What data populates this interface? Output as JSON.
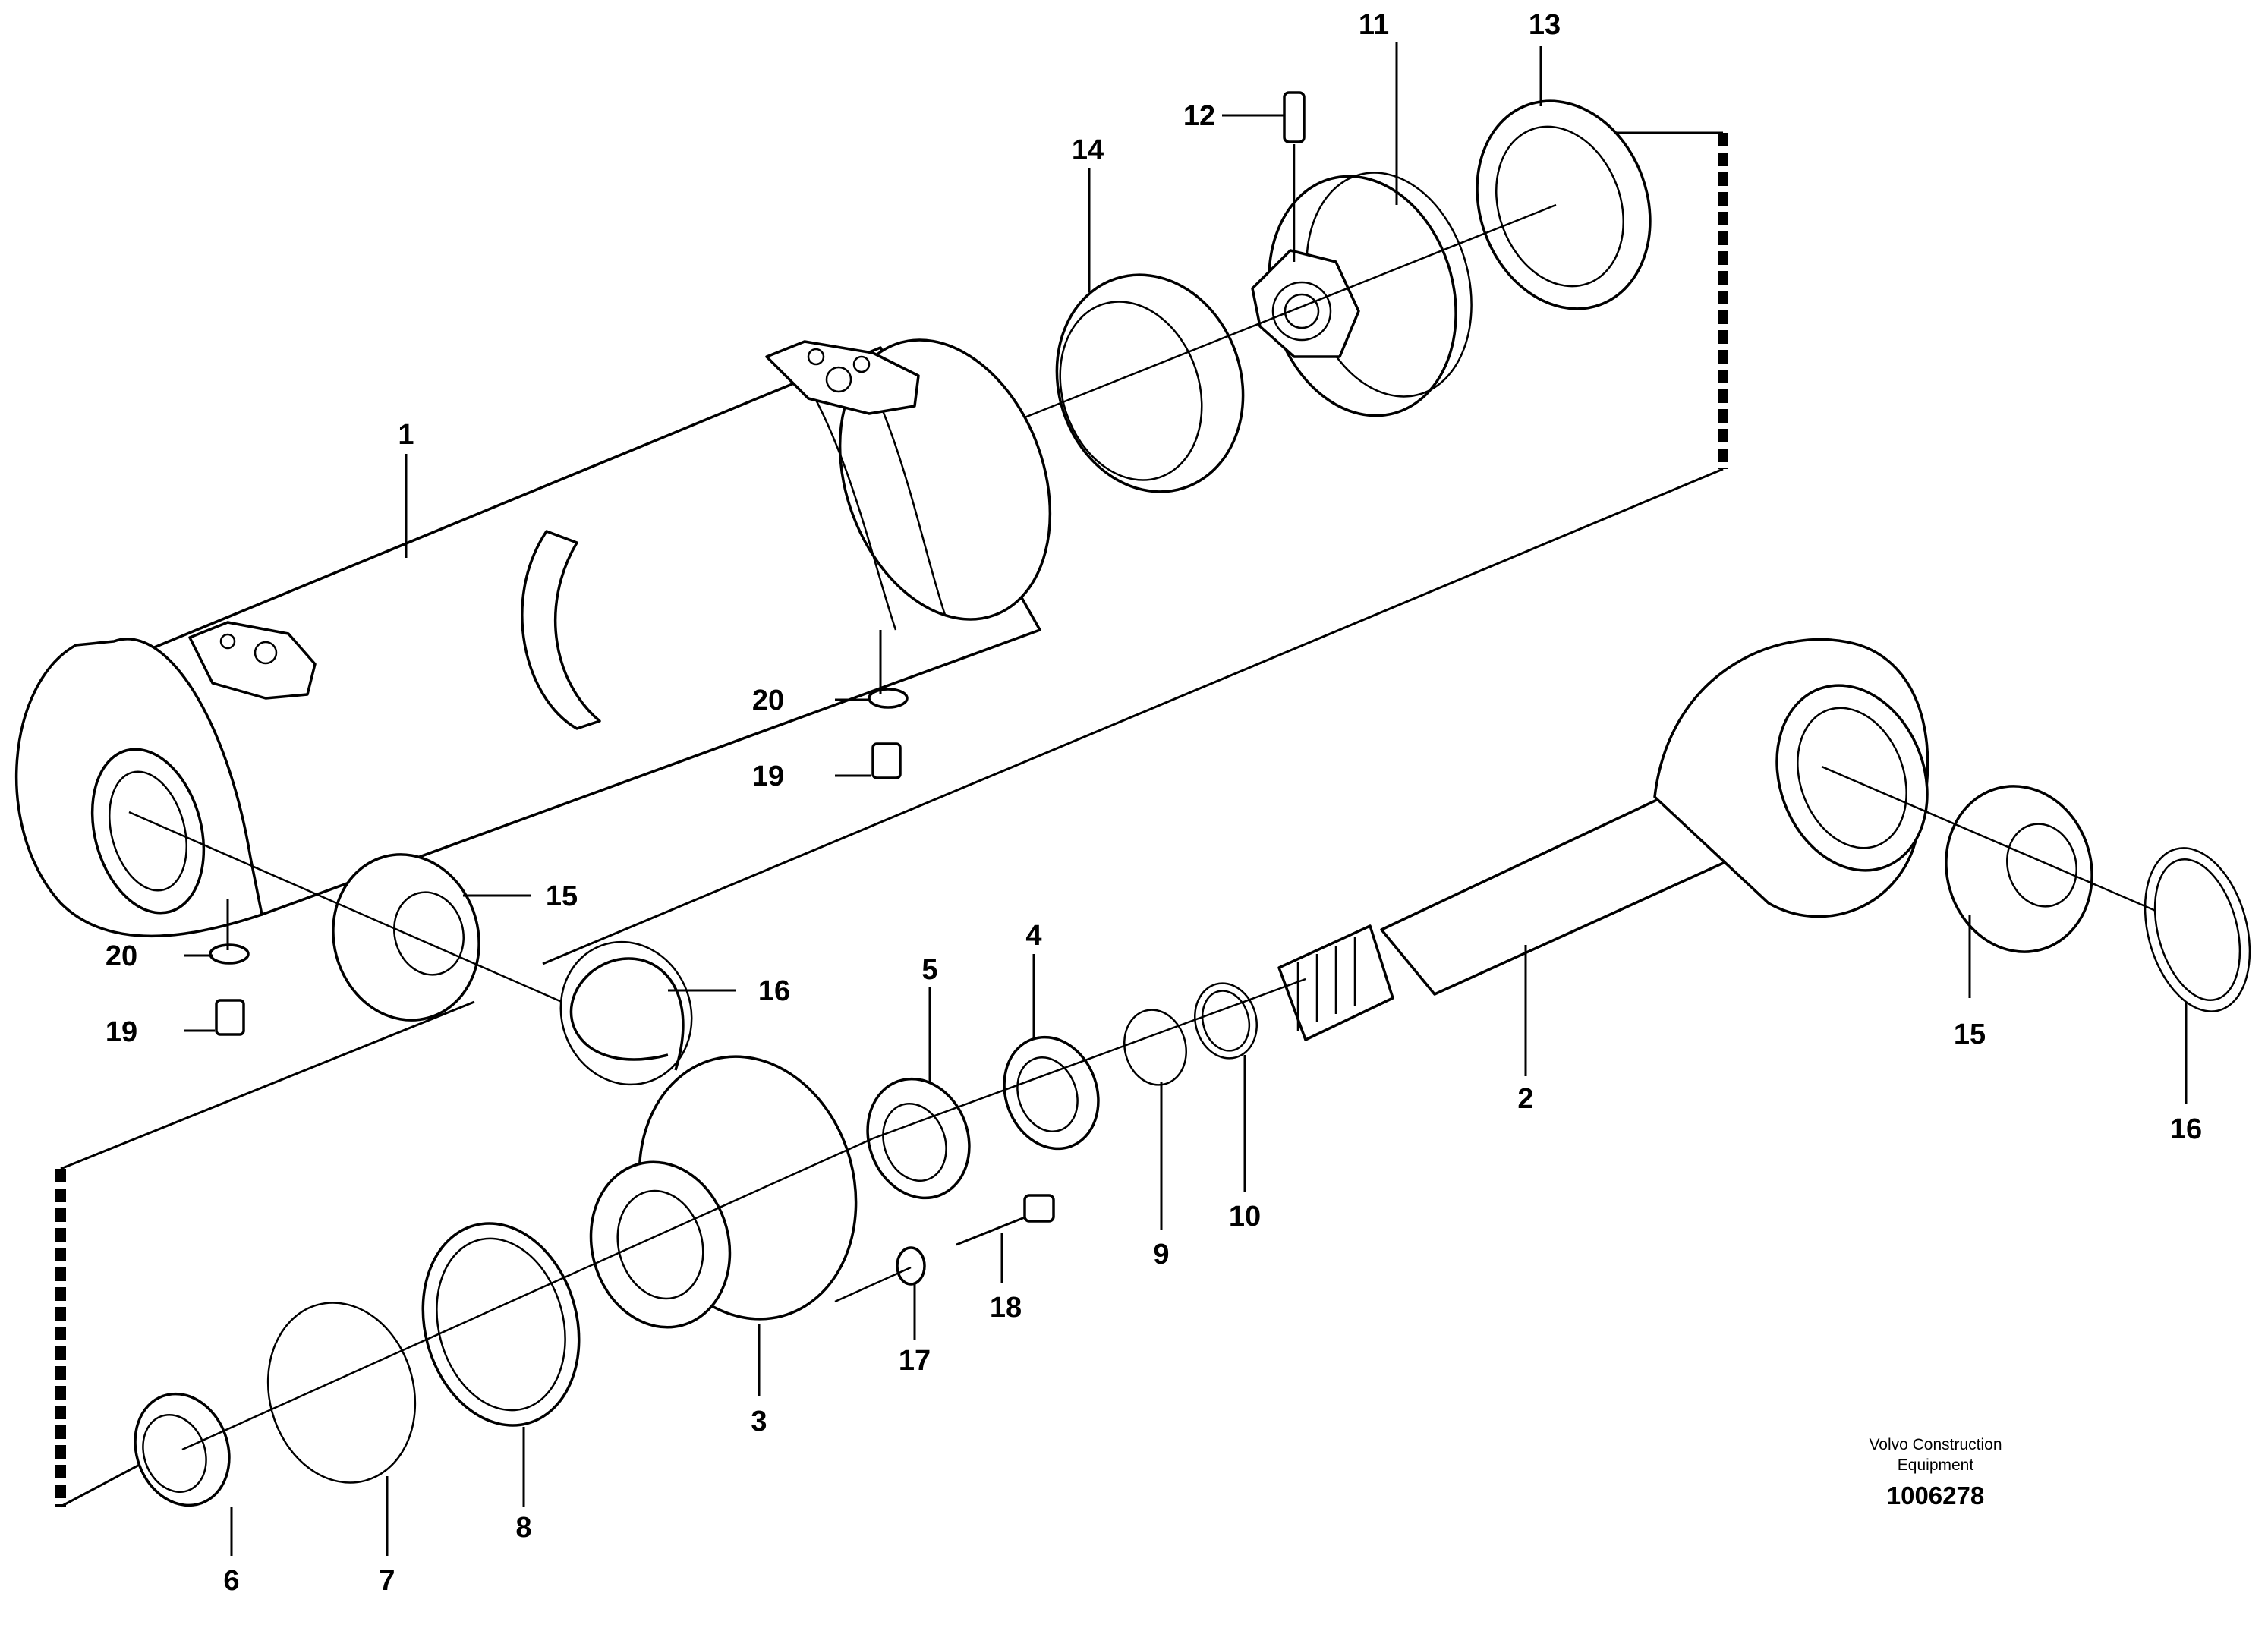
{
  "callouts": [
    {
      "id": "c1",
      "text": "1"
    },
    {
      "id": "c2",
      "text": "2"
    },
    {
      "id": "c3",
      "text": "3"
    },
    {
      "id": "c4",
      "text": "4"
    },
    {
      "id": "c5",
      "text": "5"
    },
    {
      "id": "c6",
      "text": "6"
    },
    {
      "id": "c7",
      "text": "7"
    },
    {
      "id": "c8",
      "text": "8"
    },
    {
      "id": "c9",
      "text": "9"
    },
    {
      "id": "c10",
      "text": "10"
    },
    {
      "id": "c11",
      "text": "11"
    },
    {
      "id": "c12",
      "text": "12"
    },
    {
      "id": "c13",
      "text": "13"
    },
    {
      "id": "c14",
      "text": "14"
    },
    {
      "id": "c15a",
      "text": "15"
    },
    {
      "id": "c15b",
      "text": "15"
    },
    {
      "id": "c16a",
      "text": "16"
    },
    {
      "id": "c16b",
      "text": "16"
    },
    {
      "id": "c17",
      "text": "17"
    },
    {
      "id": "c18",
      "text": "18"
    },
    {
      "id": "c19a",
      "text": "19"
    },
    {
      "id": "c19b",
      "text": "19"
    },
    {
      "id": "c20a",
      "text": "20"
    },
    {
      "id": "c20b",
      "text": "20"
    }
  ],
  "credit": {
    "line1": "Volvo Construction",
    "line2": "Equipment",
    "doc_number": "1006278"
  }
}
